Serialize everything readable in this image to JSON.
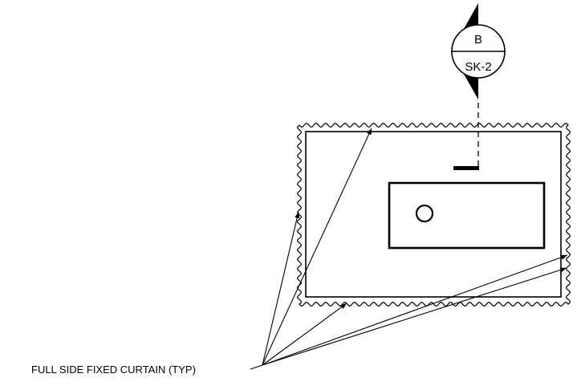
{
  "section_marker": {
    "view_label": "B",
    "sheet_label": "SK-2"
  },
  "callout": {
    "text": "FULL SIDE FIXED CURTAIN (TYP)"
  }
}
